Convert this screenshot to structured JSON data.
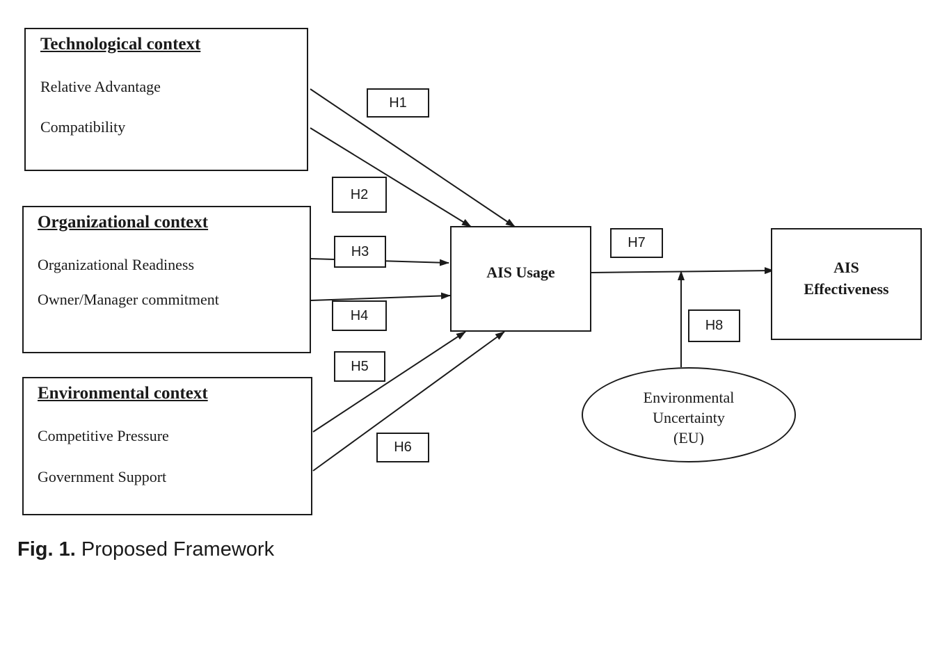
{
  "contexts": {
    "technological": {
      "title": "Technological context",
      "items": [
        "Relative Advantage",
        "Compatibility"
      ]
    },
    "organizational": {
      "title": "Organizational context",
      "items": [
        "Organizational Readiness",
        "Owner/Manager commitment"
      ]
    },
    "environmental": {
      "title": "Environmental context",
      "items": [
        "Competitive Pressure",
        "Government Support"
      ]
    }
  },
  "ais_usage": "AIS Usage",
  "ais_effectiveness": {
    "line1": "AIS",
    "line2": "Effectiveness"
  },
  "moderator": {
    "line1": "Environmental",
    "line2": "Uncertainty",
    "line3": "(EU)"
  },
  "hypotheses": [
    "H1",
    "H2",
    "H3",
    "H4",
    "H5",
    "H6",
    "H7",
    "H8"
  ],
  "caption": {
    "label": "Fig. 1.",
    "text": "Proposed Framework"
  }
}
